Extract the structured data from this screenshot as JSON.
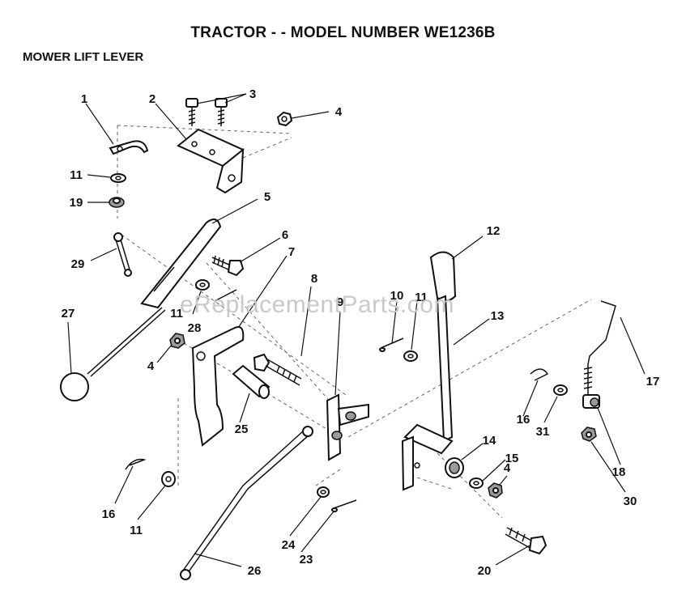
{
  "header": {
    "title": "TRACTOR - - MODEL NUMBER WE1236B",
    "subtitle": "MOWER LIFT LEVER"
  },
  "watermark": "eReplacementParts.com",
  "callouts": [
    "1",
    "2",
    "3",
    "4",
    "11",
    "19",
    "5",
    "6",
    "29",
    "7",
    "27",
    "11",
    "28",
    "4",
    "8",
    "10",
    "11",
    "9",
    "12",
    "13",
    "25",
    "16",
    "11",
    "14",
    "15",
    "4",
    "16",
    "31",
    "17",
    "18",
    "30",
    "24",
    "23",
    "26",
    "20"
  ]
}
